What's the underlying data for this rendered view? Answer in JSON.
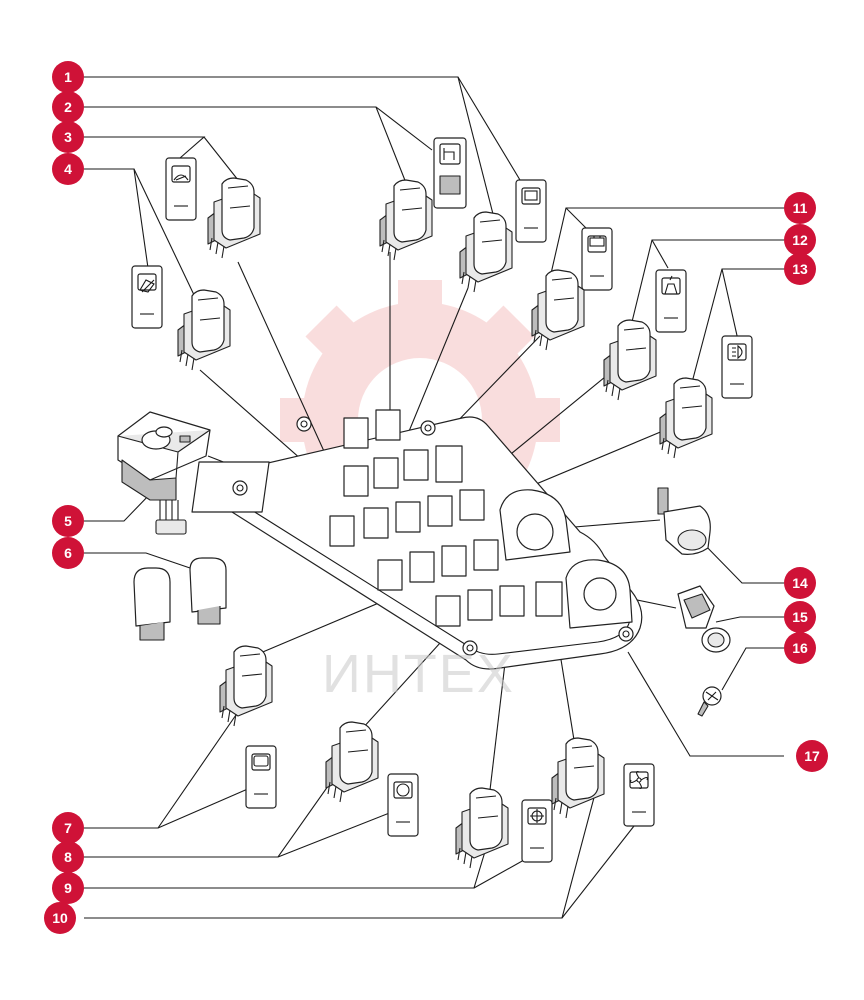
{
  "watermark": {
    "text": "ИНТЕХ",
    "color": "#e04a4a"
  },
  "badge_color": "#cf1237",
  "callouts": [
    {
      "id": "1",
      "label": "1"
    },
    {
      "id": "2",
      "label": "2"
    },
    {
      "id": "3",
      "label": "3"
    },
    {
      "id": "4",
      "label": "4"
    },
    {
      "id": "5",
      "label": "5"
    },
    {
      "id": "6",
      "label": "6"
    },
    {
      "id": "7",
      "label": "7"
    },
    {
      "id": "8",
      "label": "8"
    },
    {
      "id": "9",
      "label": "9"
    },
    {
      "id": "10",
      "label": "10"
    },
    {
      "id": "11",
      "label": "11"
    },
    {
      "id": "12",
      "label": "12"
    },
    {
      "id": "13",
      "label": "13"
    },
    {
      "id": "14",
      "label": "14"
    },
    {
      "id": "15",
      "label": "15"
    },
    {
      "id": "16",
      "label": "16"
    },
    {
      "id": "17",
      "label": "17"
    }
  ],
  "icons": [
    "screen-wiper-icon",
    "hazard-icon",
    "work-light-icon",
    "mirror-icon",
    "battery-icon",
    "beacon-icon",
    "headlight-icon",
    "heated-window-icon",
    "pto-icon",
    "compass-icon",
    "fan-icon"
  ]
}
